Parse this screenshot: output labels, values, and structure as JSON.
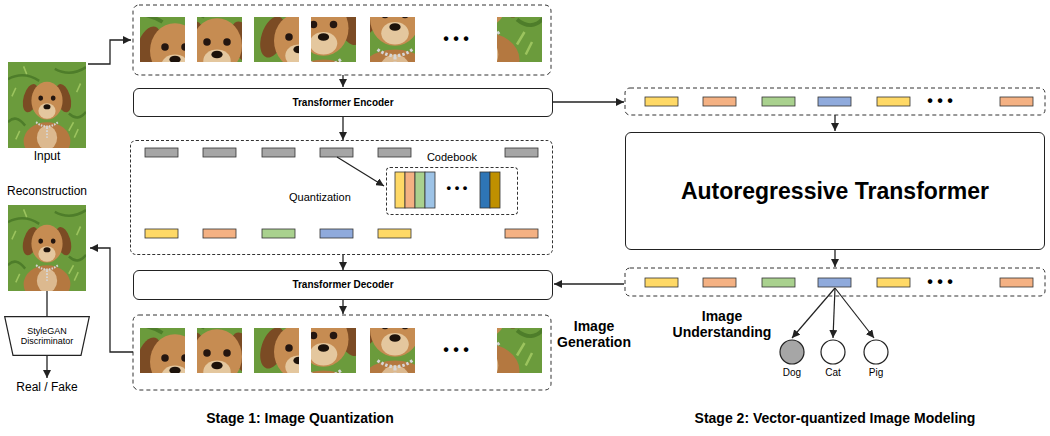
{
  "diagram": {
    "nodes": [
      {
        "text": [
          "Transformer Encoder"
        ]
      },
      {
        "text": [
          "Quantization"
        ]
      },
      {
        "text": [
          "Codebook"
        ],
        "in": 1
      },
      {
        "text": [
          "Transformer Decoder"
        ]
      },
      {
        "text": [
          "StyleGAN Discriminator"
        ]
      },
      {
        "text": [
          "Autoregressive Transformer"
        ]
      },
      {
        "text": [
          "Dog"
        ]
      },
      {
        "text": [
          "Cat"
        ]
      },
      {
        "text": [
          "Pig"
        ]
      }
    ],
    "edges": [
      {
        "from": 0,
        "to": 1,
        "arrow": "to"
      },
      {
        "from": 1,
        "to": 3,
        "arrow": "to"
      }
    ],
    "labels": [
      "Input",
      "• • •",
      "• • •",
      "• • •",
      "• • •",
      "• • •",
      "Reconstruction",
      "Real / Fake",
      "Image Generation",
      "Image Understanding",
      "Stage 1: Image Quantization",
      "Stage 2: Vector-quantized Image Modeling"
    ]
  }
}
